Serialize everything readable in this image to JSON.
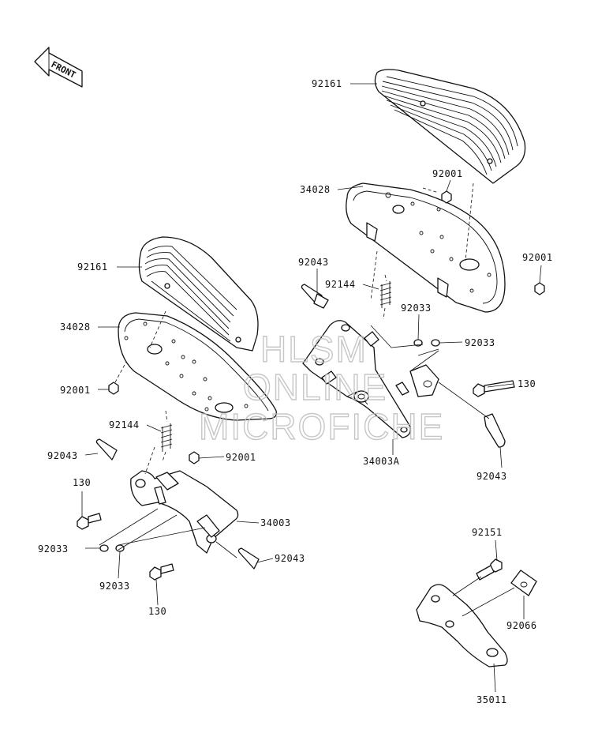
{
  "diagram": {
    "front_arrow_text": "FRONT",
    "watermark": [
      "HLSM",
      "ONLINE",
      "MICROFICHE"
    ],
    "labels": {
      "top_floorboard_cover": "92161",
      "top_nut_a": "92001",
      "top_floorboard": "34028",
      "top_nut_b": "92001",
      "top_pin": "92043",
      "top_spring": "92144",
      "top_clip_a": "92033",
      "top_clip_b": "92033",
      "top_bolt": "130",
      "top_bracket": "34003A",
      "top_pin_b": "92043",
      "left_floorboard_cover": "92161",
      "left_floorboard": "34028",
      "left_nut_a": "92001",
      "left_spring": "92144",
      "left_pin": "92043",
      "left_nut_b": "92001",
      "left_bolt": "130",
      "left_bracket": "34003",
      "left_clip_a": "92033",
      "left_pin_b": "92043",
      "left_clip_b": "92033",
      "left_bolt_b": "130",
      "bottom_bolt": "92151",
      "bottom_collar": "92066",
      "bottom_bracket": "35011"
    }
  }
}
